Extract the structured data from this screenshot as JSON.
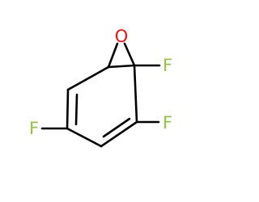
{
  "molecule": {
    "atoms": {
      "o": {
        "symbol": "O",
        "color": "#ff0d0d"
      },
      "f_epoxide": {
        "symbol": "F",
        "color": "#8fc63f"
      },
      "f_ring": {
        "symbol": "F",
        "color": "#8fc63f"
      },
      "f_left": {
        "symbol": "F",
        "color": "#8fc63f"
      }
    },
    "bond_color": "#000000"
  }
}
